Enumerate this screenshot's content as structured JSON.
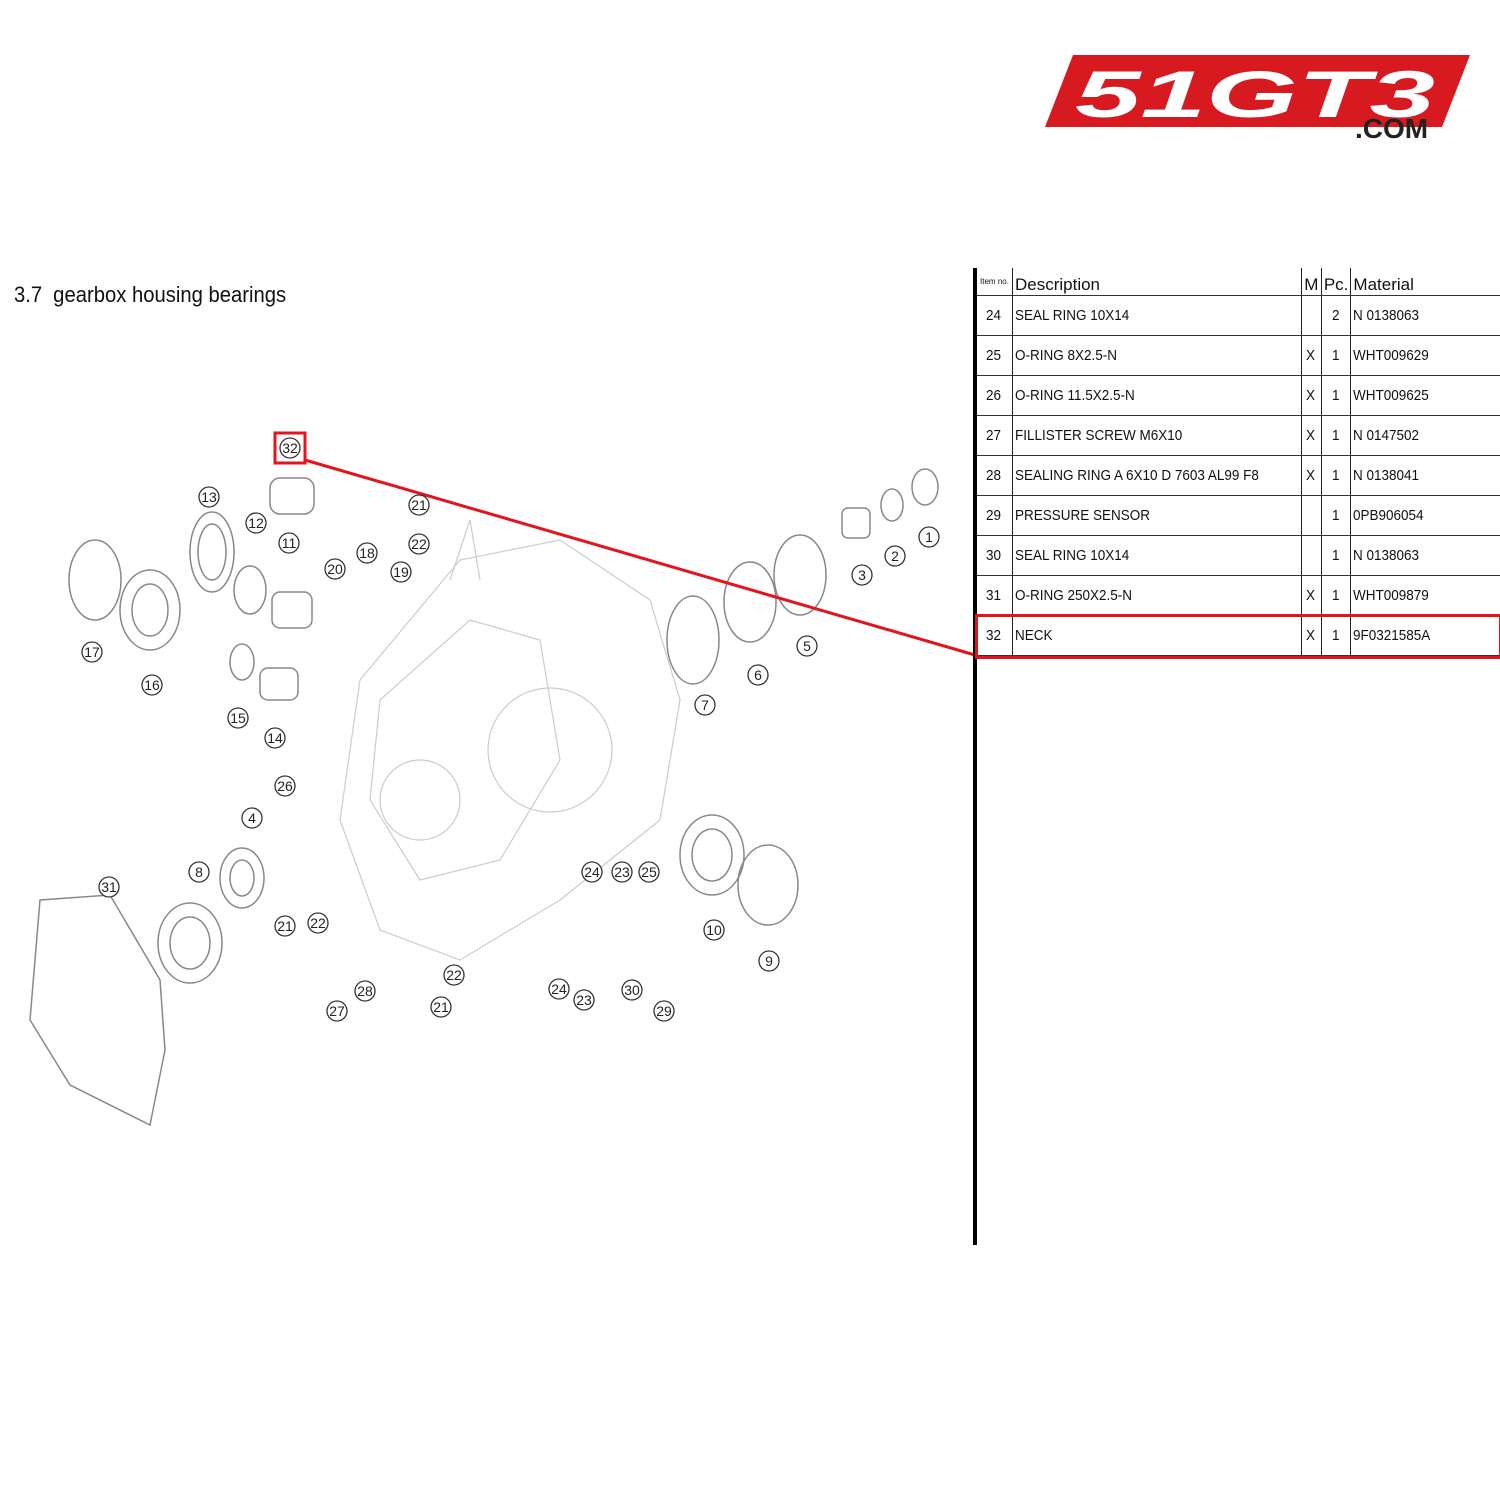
{
  "logo": {
    "text": "51GT3",
    "suffix": ".COM",
    "color": "#d71920"
  },
  "section": {
    "number": "3.7",
    "title": "gearbox housing bearings"
  },
  "highlight_color": "#e3141c",
  "table": {
    "headers": {
      "item": "Item no.",
      "description": "Description",
      "m": "M",
      "pc": "Pc.",
      "material": "Material"
    },
    "rows": [
      {
        "item": "24",
        "description": "SEAL RING 10X14",
        "m": "",
        "pc": "2",
        "material": "N 0138063"
      },
      {
        "item": "25",
        "description": "O-RING 8X2.5-N",
        "m": "X",
        "pc": "1",
        "material": "WHT009629"
      },
      {
        "item": "26",
        "description": "O-RING 11.5X2.5-N",
        "m": "X",
        "pc": "1",
        "material": "WHT009625"
      },
      {
        "item": "27",
        "description": "FILLISTER SCREW M6X10",
        "m": "X",
        "pc": "1",
        "material": "N 0147502"
      },
      {
        "item": "28",
        "description": "SEALING RING A 6X10 D 7603 AL99 F8",
        "m": "X",
        "pc": "1",
        "material": "N 0138041"
      },
      {
        "item": "29",
        "description": "PRESSURE SENSOR",
        "m": "",
        "pc": "1",
        "material": "0PB906054"
      },
      {
        "item": "30",
        "description": "SEAL RING 10X14",
        "m": "",
        "pc": "1",
        "material": "N 0138063"
      },
      {
        "item": "31",
        "description": "O-RING 250X2.5-N",
        "m": "X",
        "pc": "1",
        "material": "WHT009879"
      },
      {
        "item": "32",
        "description": "NECK",
        "m": "X",
        "pc": "1",
        "material": "9F0321585A"
      }
    ]
  },
  "callouts": [
    "32",
    "13",
    "12",
    "11",
    "20",
    "18",
    "19",
    "21",
    "22",
    "17",
    "16",
    "15",
    "14",
    "26",
    "4",
    "8",
    "31",
    "21",
    "22",
    "28",
    "27",
    "22",
    "21",
    "24",
    "23",
    "25",
    "24",
    "23",
    "30",
    "29",
    "10",
    "9",
    "7",
    "6",
    "5",
    "3",
    "2",
    "1"
  ]
}
